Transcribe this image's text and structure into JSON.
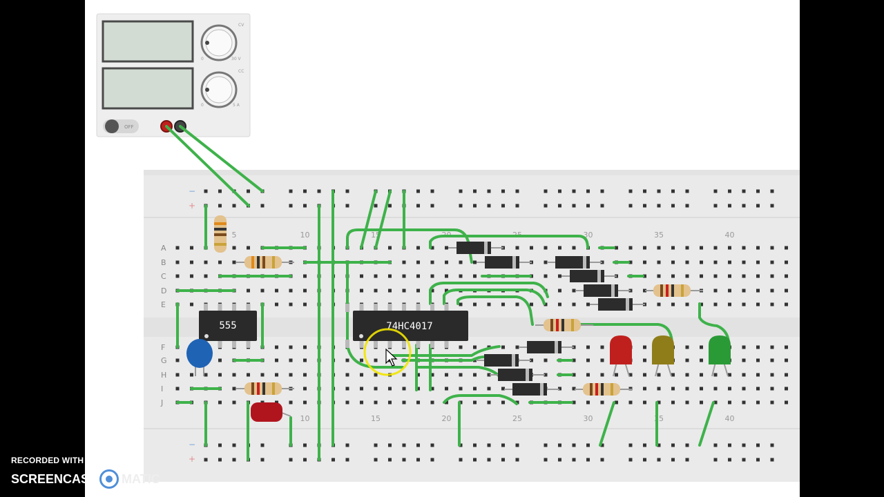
{
  "app": {
    "watermark_top": "RECORDED WITH",
    "watermark_left": "SCREENCAST",
    "watermark_right": "MATIC"
  },
  "power_supply": {
    "switch_label": "OFF",
    "knob1_min": "0",
    "knob1_max": "30 V",
    "knob2_min": "0",
    "knob2_max": "5 A",
    "cv_label": "CV",
    "cc_label": "CC"
  },
  "breadboard": {
    "row_labels": [
      "A",
      "B",
      "C",
      "D",
      "E",
      "F",
      "G",
      "H",
      "I",
      "J"
    ],
    "column_numbers_top": [
      "5",
      "10",
      "15",
      "20",
      "25",
      "30",
      "35",
      "40"
    ],
    "column_numbers_bottom": [
      "10",
      "15",
      "20",
      "25",
      "30",
      "35",
      "40"
    ],
    "rail_minus": "−",
    "rail_plus": "+"
  },
  "components": {
    "timer_chip": "555",
    "counter_chip": "74HC4017"
  },
  "colors": {
    "wire": "#3eb24a",
    "breadboard": "#eaeaea",
    "chip": "#2a2a2a",
    "diode": "#2c2c2c",
    "led_red": "#c0201d",
    "led_yellow": "#8f7d1a",
    "led_green": "#2a9a36",
    "capacitor_blue": "#1f63b5",
    "capacitor_red": "#b0151e"
  }
}
